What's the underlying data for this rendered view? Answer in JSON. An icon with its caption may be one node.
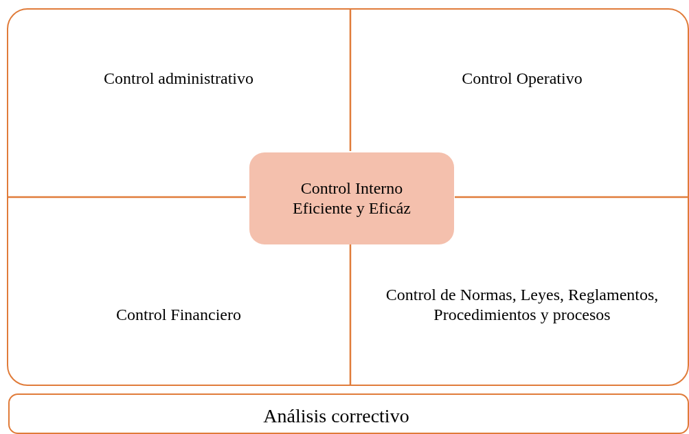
{
  "diagram": {
    "nodes": [
      {
        "text": [],
        "shape": "box"
      },
      {
        "text": [
          "Control Interno Eficiente y Eficáz"
        ],
        "in": 0
      },
      {
        "text": [
          "Análisis correctivo"
        ]
      }
    ],
    "edges": [],
    "labels": [
      "Control administrativo",
      "Control Operativo",
      "Control Financiero",
      "Control de Normas, Leyes, Reglamentos, Procedimientos y procesos"
    ]
  }
}
